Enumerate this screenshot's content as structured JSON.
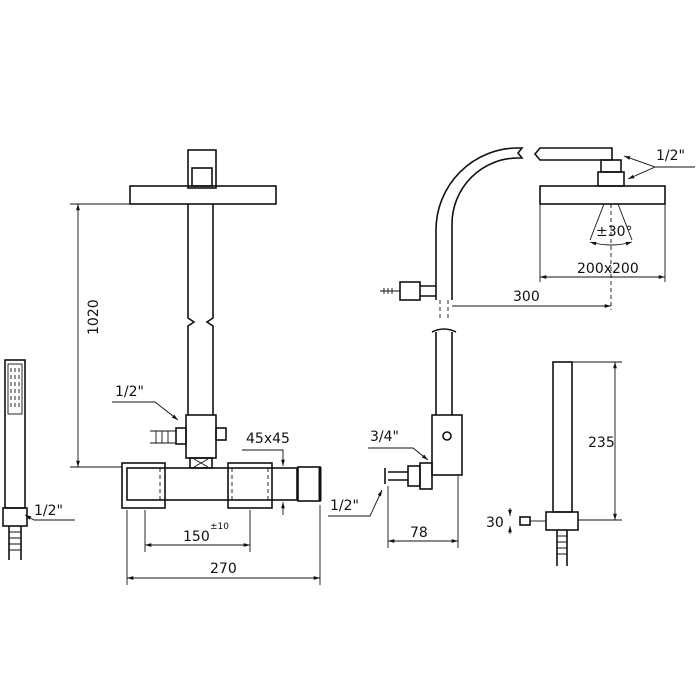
{
  "labels": {
    "height_1020": "1020",
    "inlet_left": "1/2\"",
    "bar_section": "45x45",
    "centers": "150",
    "centers_tol": "±10",
    "width_270": "270",
    "hand_inlet": "1/2\"",
    "head_inlet": "1/2\"",
    "spray_angle": "±30°",
    "head_size": "200x200",
    "arm_300": "300",
    "outlet_34": "3/4\"",
    "inlet_12": "1/2\"",
    "depth_78": "78",
    "hand_235": "235",
    "hand_30": "30"
  }
}
